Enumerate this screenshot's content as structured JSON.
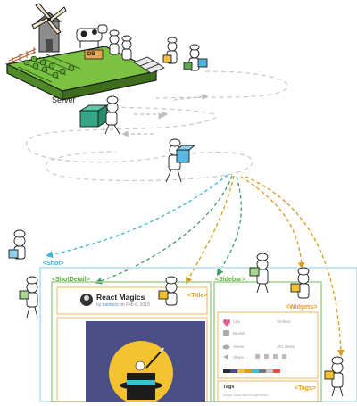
{
  "diagram": {
    "server_label": "Server",
    "boxes": {
      "shot": "<Shot>",
      "shot_detail": "<ShotDetail>",
      "sidebar": "<Sidebar>",
      "title": "<Title>",
      "widgets": "<Widgets>",
      "tags": "<Tags>"
    },
    "sign_text": "DB",
    "colors": {
      "blue": "#4fc0e8",
      "green": "#5aa53a",
      "orange": "#e5a226",
      "gray_path": "#c8c8c8"
    }
  },
  "card": {
    "title": "React Magics",
    "by_prefix": "by",
    "author": "bamboo",
    "date_text": "on Feb 6, 2015",
    "stats": [
      {
        "icon": "heart-icon",
        "label": "Like",
        "value": "26 likes"
      },
      {
        "icon": "bucket-icon",
        "label": "Bucket",
        "value": ""
      },
      {
        "icon": "eye-icon",
        "label": "Views",
        "value": "261 views"
      },
      {
        "icon": "share-icon",
        "label": "Share",
        "value": ""
      }
    ],
    "tags_heading": "Tags",
    "tags": "magic  react  about  superman"
  }
}
